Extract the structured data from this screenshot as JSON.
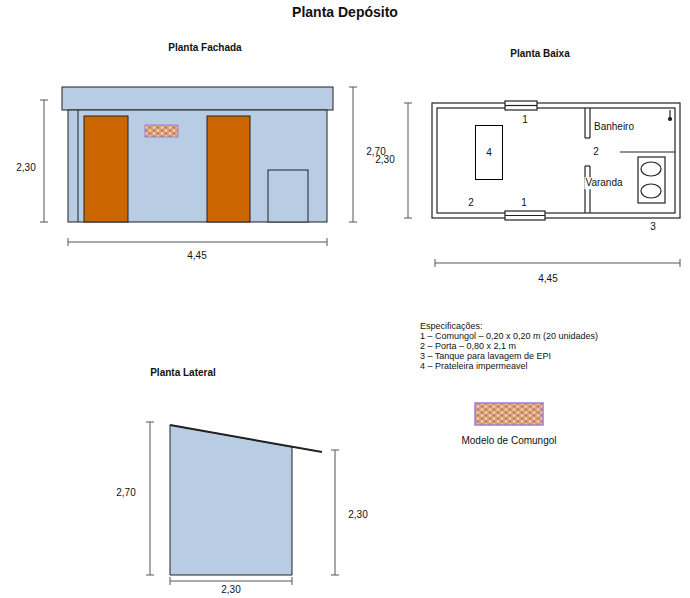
{
  "diagram": {
    "title": "Planta Depósito",
    "nodes": [
      {
        "text": [
          "4"
        ]
      }
    ],
    "labels": [
      "Planta Fachada",
      "2,30",
      "2,70",
      "4,45",
      "Planta Baixa",
      "1",
      "2",
      "1",
      "Banheiro",
      "2",
      "Varanda",
      "3",
      "2,30",
      "4,45",
      "Especificações:",
      "1 – Comungol – 0,20 x 0,20 m (20 unidades)",
      "2 – Porta – 0,80 x 2,1 m",
      "3 – Tanque para lavagem de EPI",
      "4 – Prateleira impermeavel",
      "Planta Lateral",
      "2,70",
      "2,30",
      "2,30",
      "Modelo de Comungol"
    ]
  }
}
